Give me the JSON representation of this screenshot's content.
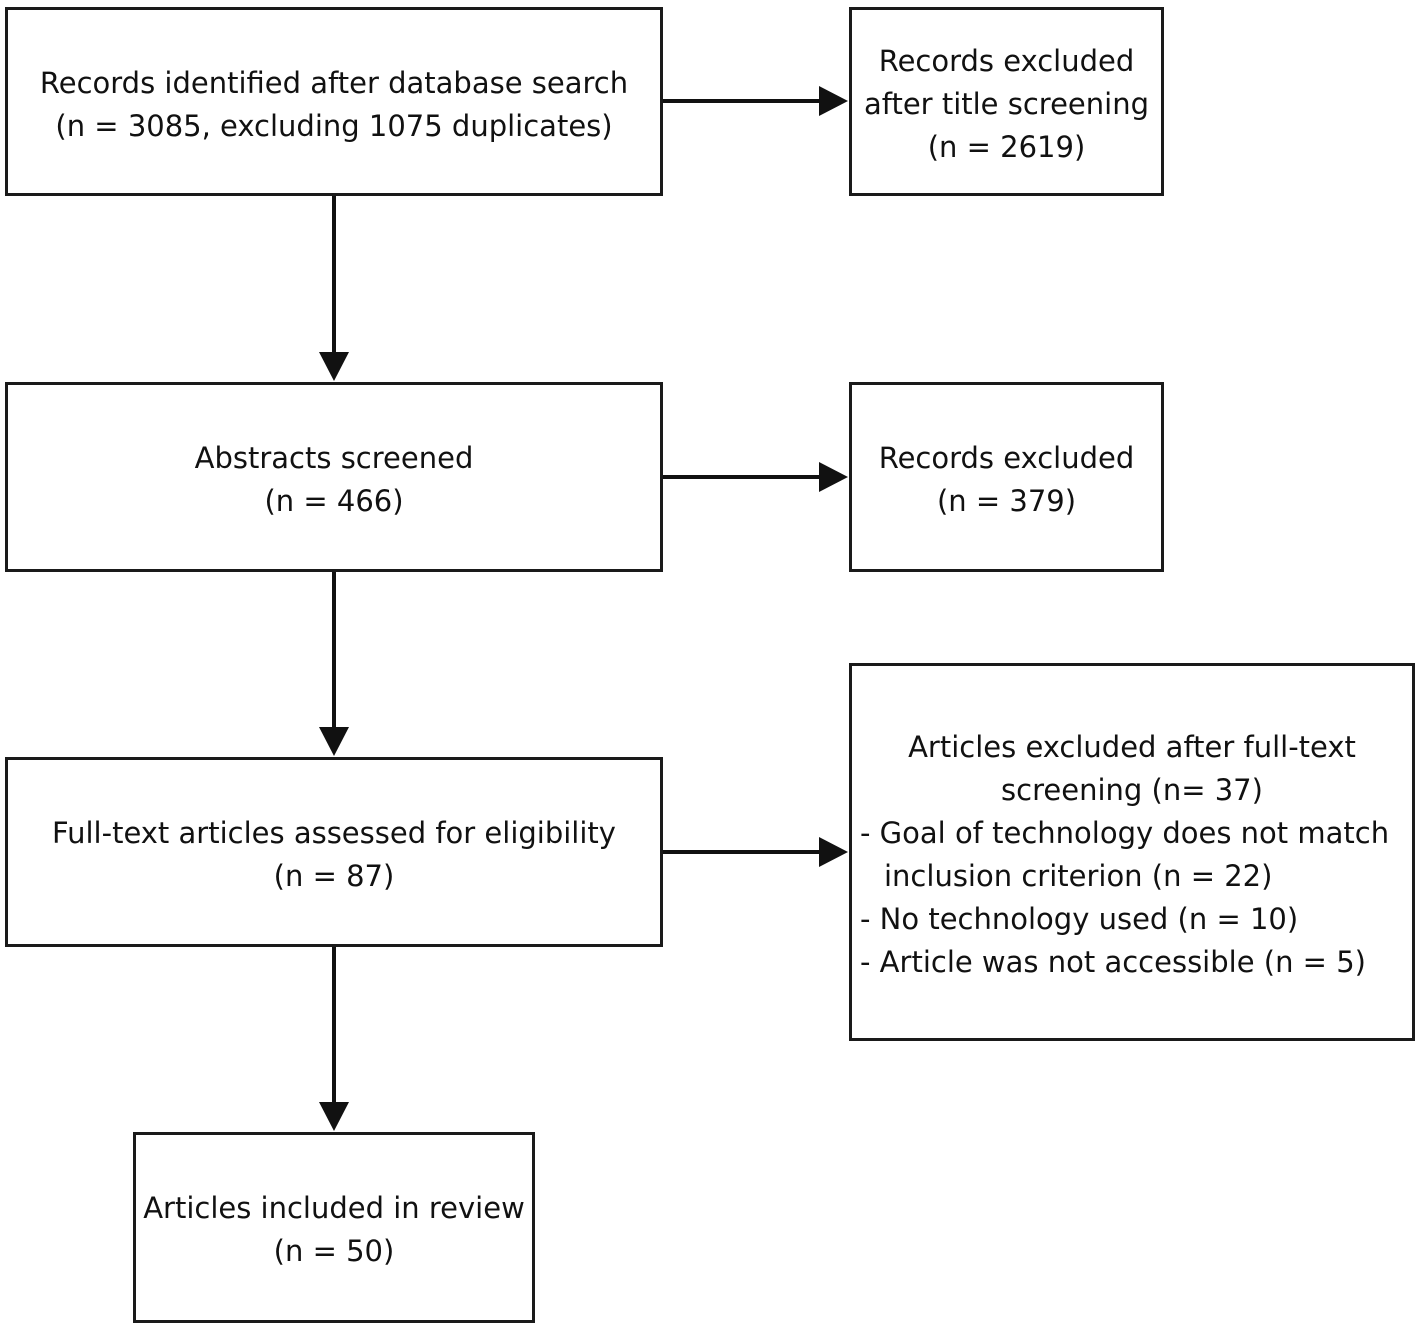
{
  "diagram": {
    "type": "flowchart",
    "nodes": {
      "identified": {
        "lines": [
          "Records identified after database search",
          "(n = 3085, excluding 1075 duplicates)"
        ]
      },
      "excluded_title": {
        "lines": [
          "Records excluded",
          "after title screening",
          "(n = 2619)"
        ]
      },
      "abstracts": {
        "lines": [
          "Abstracts screened",
          "(n = 466)"
        ]
      },
      "excluded_records": {
        "lines": [
          "Records excluded",
          "(n = 379)"
        ]
      },
      "fulltext": {
        "lines": [
          "Full-text articles assessed for eligibility",
          "(n = 87)"
        ]
      },
      "excluded_fulltext": {
        "header_lines": [
          "Articles excluded after full-text",
          "screening (n= 37)"
        ],
        "items": [
          {
            "first": "- Goal of technology does not match",
            "cont": "inclusion criterion (n = 22)"
          },
          {
            "first": "- No technology used (n = 10)",
            "cont": ""
          },
          {
            "first": "- Article was not accessible (n = 5)",
            "cont": ""
          }
        ]
      },
      "included": {
        "lines": [
          "Articles included in review",
          "(n = 50)"
        ]
      }
    },
    "edges": [
      {
        "from": "identified",
        "to": "excluded_title"
      },
      {
        "from": "identified",
        "to": "abstracts"
      },
      {
        "from": "abstracts",
        "to": "excluded_records"
      },
      {
        "from": "abstracts",
        "to": "fulltext"
      },
      {
        "from": "fulltext",
        "to": "excluded_fulltext"
      },
      {
        "from": "fulltext",
        "to": "included"
      }
    ]
  }
}
